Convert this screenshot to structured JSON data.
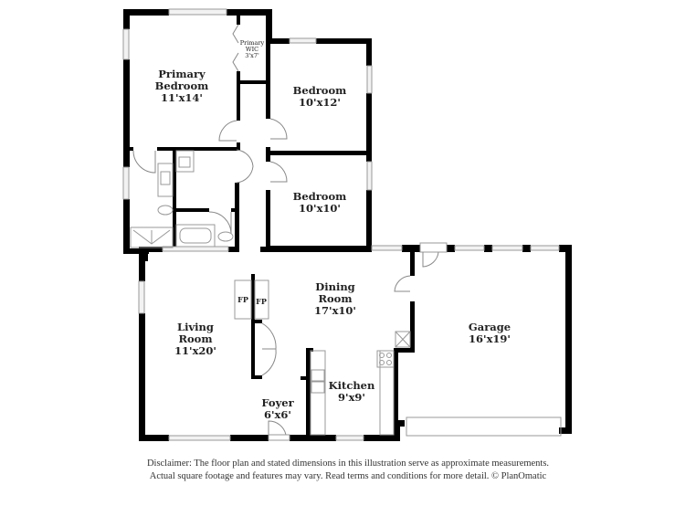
{
  "rooms": {
    "primary_bedroom": {
      "name_line1": "Primary",
      "name_line2": "Bedroom",
      "dims": "11'x14'"
    },
    "primary_wic": {
      "name_line1": "Primary",
      "name_line2": "WIC",
      "dims": "3'x7'"
    },
    "bedroom_1": {
      "name": "Bedroom",
      "dims": "10'x12'"
    },
    "bedroom_2": {
      "name": "Bedroom",
      "dims": "10'x10'"
    },
    "living_room": {
      "name_line1": "Living",
      "name_line2": "Room",
      "dims": "11'x20'"
    },
    "dining_room": {
      "name_line1": "Dining",
      "name_line2": "Room",
      "dims": "17'x10'"
    },
    "kitchen": {
      "name": "Kitchen",
      "dims": "9'x9'"
    },
    "foyer": {
      "name": "Foyer",
      "dims": "6'x6'"
    },
    "garage": {
      "name": "Garage",
      "dims": "16'x19'"
    }
  },
  "fixtures": {
    "fireplace_left": "FP",
    "fireplace_right": "FP"
  },
  "disclaimer": {
    "line1": "Disclaimer: The floor plan and stated dimensions in this illustration serve as approximate measurements.",
    "line2": "Actual square footage and features may vary. Read terms and conditions for more detail. © PlanOmatic"
  },
  "colors": {
    "wall": "#000000",
    "fixture_line": "#999999",
    "background": "#ffffff"
  }
}
